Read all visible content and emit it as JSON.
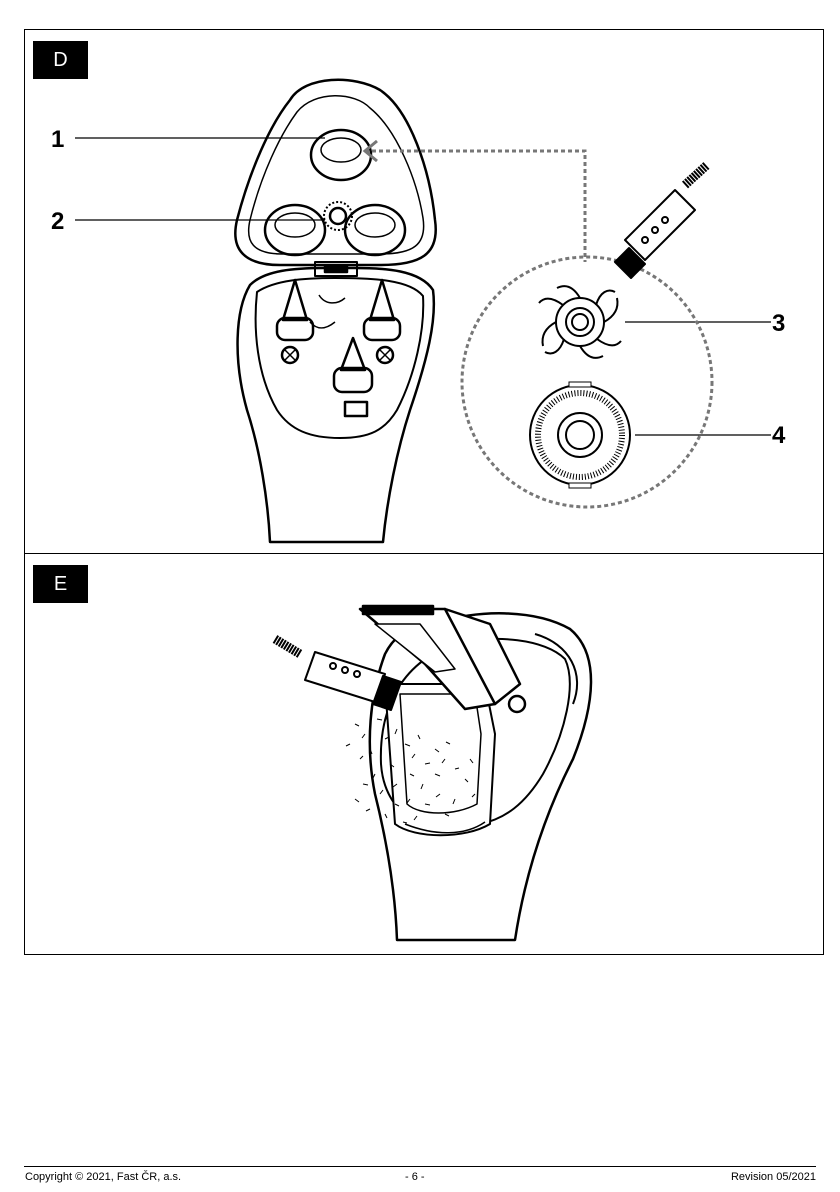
{
  "figure_d": {
    "tag": "D",
    "callouts": [
      "1",
      "2",
      "3",
      "4"
    ]
  },
  "figure_e": {
    "tag": "E"
  },
  "footer": {
    "copyright": "Copyright © 2021, Fast ČR, a.s.",
    "page": "- 6 -",
    "revision": "Revision 05/2021"
  }
}
